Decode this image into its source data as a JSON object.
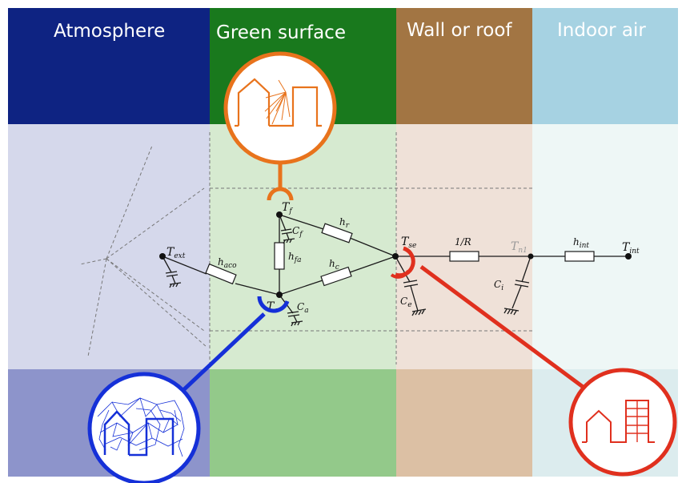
{
  "columns": [
    {
      "title": "Atmosphere",
      "header_color": "#0e2382",
      "mid_color": "#d5d8eb",
      "bottom_color": "#8d94cb"
    },
    {
      "title": "Green surface",
      "header_color": "#19791d",
      "mid_color": "#d6ead0",
      "bottom_color": "#93c98a"
    },
    {
      "title": "Wall or roof",
      "header_color": "#a27543",
      "mid_color": "#efe1d8",
      "bottom_color": "#dcc0a4"
    },
    {
      "title": "Indoor air",
      "header_color": "#a6d2e2",
      "mid_color": "#eef7f6",
      "bottom_color": "#dcecee"
    }
  ],
  "nodes": {
    "t_ext": {
      "main": "T",
      "sub": "ext"
    },
    "t_f": {
      "main": "T",
      "sub": "f"
    },
    "t_a": {
      "main": "T",
      "sub": "a"
    },
    "t_se": {
      "main": "T",
      "sub": "se"
    },
    "t_n1": {
      "main": "T",
      "sub": "n1"
    },
    "t_int": {
      "main": "T",
      "sub": "int"
    }
  },
  "resistors": {
    "h_aco": {
      "main": "h",
      "sub": "aco"
    },
    "h_fa": {
      "main": "h",
      "sub": "fa"
    },
    "h_r": {
      "main": "h",
      "sub": "r"
    },
    "h_c": {
      "main": "h",
      "sub": "c"
    },
    "one_r": {
      "main": "1/R"
    },
    "h_int": {
      "main": "h",
      "sub": "int"
    }
  },
  "capacitors": {
    "c_f": {
      "main": "C",
      "sub": "f"
    },
    "c_a": {
      "main": "C",
      "sub": "a"
    },
    "c_e": {
      "main": "C",
      "sub": "e"
    },
    "c_i": {
      "main": "C",
      "sub": "i"
    }
  },
  "colors": {
    "radiation": "#e8731c",
    "air_mixing": "#1530d8",
    "indoor": "#e0301e",
    "circuit": "#1a1a1a"
  },
  "icons": [
    "radiation-icon",
    "air-mixing-icon",
    "indoor-building-icon"
  ]
}
